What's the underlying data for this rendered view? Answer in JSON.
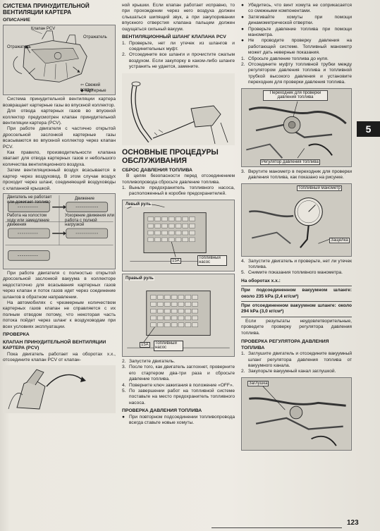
{
  "page": {
    "number": "123",
    "chapter_tab": "5"
  },
  "col1": {
    "title": "СИСТЕМА ПРИНУДИТЕЛЬНОЙ ВЕНТИЛЯЦИИ КАРТЕРА",
    "desc_heading": "ОПИСАНИЕ",
    "fig1": {
      "label_valve": "Клапан PCV",
      "label_deflector1": "Отражатель",
      "label_deflector2": "Отражатель",
      "legend_fresh": "⇦ Свежий воздух",
      "legend_gases": "◆ Картерные газы"
    },
    "p1": "Система принудительной вентиляции картера возвращает картерные газы во впускной коллектор.",
    "p2": "Для отвода картерных газов во впускной коллектор предусмотрен клапан принудительной вентиляции картера (PCV).",
    "p3": "При работе двигателя с частично открытой дроссельной заслонкой картерные газы всасываются во впускной коллектор через клапан PCV.",
    "p4": "Как правило, производительности клапана хватает для отвода картерных газов и небольшого количества вентиляционного воздуха.",
    "p5": "Затем вентиляционный воздух всасывается в картер через воздуховод. В этом случае воздух проходит через шланг, соединяющий воздуховоды с клапанной крышкой.",
    "fig2": {
      "lbl_a": "Двигатель не работает или дожигает топливо",
      "lbl_b": "Движение",
      "lbl_c": "Работа на холостом ходу или замедление движения",
      "lbl_d": "Ускорение движения или работа с полной нагрузкой"
    },
    "p6": "При работе двигателя с полностью открытой дроссельной заслонкой вакуума в коллекторе недостаточно для всасывания картерных газов через клапан и поток газов идет через соединение шлангов в обратном направлении.",
    "p7": "На автомобилях с чрезмерным количеством картерных газов клапан не справляется с их полным отводом потому, что некоторая часть потока пойдет через шланг к воздуховодам при всех условиях эксплуатации.",
    "check_heading": "ПРОВЕРКА",
    "valve_heading": "КЛАПАН ПРИНУДИТЕЛЬНОЙ ВЕНТИЛЯЦИИ КАРТЕРА (PCV)",
    "p8": "Пока двигатель работает на оборотах х.х., отсоедините клапан PCV от клапан-"
  },
  "col2": {
    "p1": "ной крышки. Если клапан работает исправно, то при прохождении через него воздуха должен слышаться шипящий звук, а при закупоривании впускного отверстия клапана пальцем должен ощущаться сильный вакуум.",
    "hose_heading": "ВЕНТИЛЯЦИОННЫЙ ШЛАНГ КЛАПАНА PCV",
    "hose_steps": [
      {
        "n": "1.",
        "t": "Проверьте, нет ли утечек из шлангов и соединительных муфт."
      },
      {
        "n": "2.",
        "t": "Отсоедините все шланги и прочистите сжатым воздухом. Если закупорку в каком-либо шланге устранить не удается, замените."
      }
    ],
    "big_heading": "ОСНОВНЫЕ ПРОЦЕДУРЫ ОБСЛУЖИВАНИЯ",
    "release_heading": "СБРОС ДАВЛЕНИЯ ТОПЛИВА",
    "release_intro": "В целях безопасности перед отсоединением топливопровода сбросьте давление топлива.",
    "release_steps1": [
      {
        "n": "1.",
        "t": "Выньте предохранитель топливного насоса, расположенный в коробке предохранителей."
      }
    ],
    "fig_left": {
      "title": "Левый руль",
      "fuse": "15A",
      "pump": "Топливный насос"
    },
    "fig_right": {
      "title": "Правый руль",
      "fuse": "15A",
      "pump": "Топливный насос"
    },
    "release_steps2": [
      {
        "n": "2.",
        "t": "Запустите двигатель."
      },
      {
        "n": "3.",
        "t": "После того, как двигатель заглохнет, проверните его стартером два-три раза и сбросьте давление топлива."
      },
      {
        "n": "4.",
        "t": "Поверните ключ зажигания в положение «OFF»."
      },
      {
        "n": "5.",
        "t": "По завершении работ на топливной системе поставьте на место предохранитель топливного насоса."
      }
    ],
    "check_heading": "ПРОВЕРКА ДАВЛЕНИЯ ТОПЛИВА",
    "check_bullet": "При повторном подсоединении топливопровода всегда ставьте новые хомуты."
  },
  "col3": {
    "bullets": [
      "Убедитесь, что винт хомута не соприкасается со смежными компонентами.",
      "Затягивайте хомуты при помощи динамометрической отвертки.",
      "Проверьте давление топлива при помощи манометра.",
      "Не проводите проверку давления на работающей системе. Топливный манометр может дать неверные показания."
    ],
    "steps1": [
      {
        "n": "1.",
        "t": "Сбросьте давление топлива до нуля."
      },
      {
        "n": "2.",
        "t": "Отсоедините муфту топливной трубки между регулятором давления топлива и топливной трубкой высокого давления и установите переходник для проверки давления топлива."
      }
    ],
    "fig_a": {
      "label_adapter": "Переходник для проверки давления топлива",
      "label_regulator": "Регулятор давления топлива"
    },
    "steps2": [
      {
        "n": "3.",
        "t": "Вкрутите манометр в переходник для проверки давления топлива, как показано на рисунке."
      }
    ],
    "fig_b": {
      "label_gauge": "Топливный манометр",
      "label_clamp": "Защелка"
    },
    "steps3": [
      {
        "n": "4.",
        "t": "Запустите двигатель и проверьте, нет ли утечек топлива."
      },
      {
        "n": "5.",
        "t": "Снимите показания топливного манометра."
      }
    ],
    "idle_heading": "На оборотах х.х.:",
    "with_vac": "При подсоединенном вакуумном шланге: около 235 kPa (2,4 кг/см²)",
    "without_vac": "При отсоединенном вакуумном шланге: около 294 kPa (3,0 кг/см²)",
    "note": "Если результаты неудовлетворительные, проведите проверку регулятора давления топлива.",
    "reg_heading": "ПРОВЕРКА РЕГУЛЯТОРА ДАВЛЕНИЯ ТОПЛИВА",
    "reg_steps": [
      {
        "n": "1.",
        "t": "Заглушите двигатель и отсоедините вакуумный шланг регулятора давления топлива от вакуумного канала."
      },
      {
        "n": "2.",
        "t": "Закупорьте вакуумный канал заглушкой."
      }
    ],
    "fig_c": {
      "label_plug": "Заглушка"
    }
  }
}
